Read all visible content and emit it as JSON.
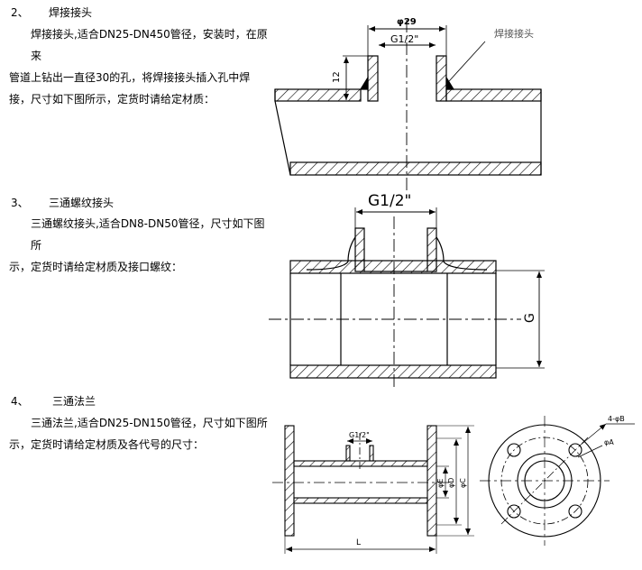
{
  "sections": [
    {
      "number": "2、",
      "title": "焊接接头",
      "lines": [
        "焊接接头,适合DN25-DN450管径，安装时，在原来",
        "管道上钻出一直径30的孔，将焊接接头插入孔中焊",
        "接，尺寸如下图所示，定货时请给定材质："
      ]
    },
    {
      "number": "3、",
      "title": "三通螺纹接头",
      "lines": [
        "三通螺纹接头,适合DN8-DN50管径，尺寸如下图所",
        "示，定货时请给定材质及接口螺纹："
      ]
    },
    {
      "number": "4、",
      "title": "三通法兰",
      "lines": [
        "三通法兰,适合DN25-DN150管径，尺寸如下图所",
        "示，定货时请给定材质及各代号的尺寸："
      ]
    }
  ],
  "drawings": {
    "weld": {
      "dia_label": "φ29",
      "thread_label": "G1/2\"",
      "height_label": "12",
      "callout_label": "焊接接头"
    },
    "tee": {
      "thread_label": "G1/2\"",
      "side_label": "G"
    },
    "flange": {
      "thread_label": "G1/2\"",
      "e_label": "φE",
      "d_label": "φD",
      "c_label": "φC",
      "l_label": "L",
      "bolt_label": "4-φB",
      "a_label": "φA"
    }
  }
}
